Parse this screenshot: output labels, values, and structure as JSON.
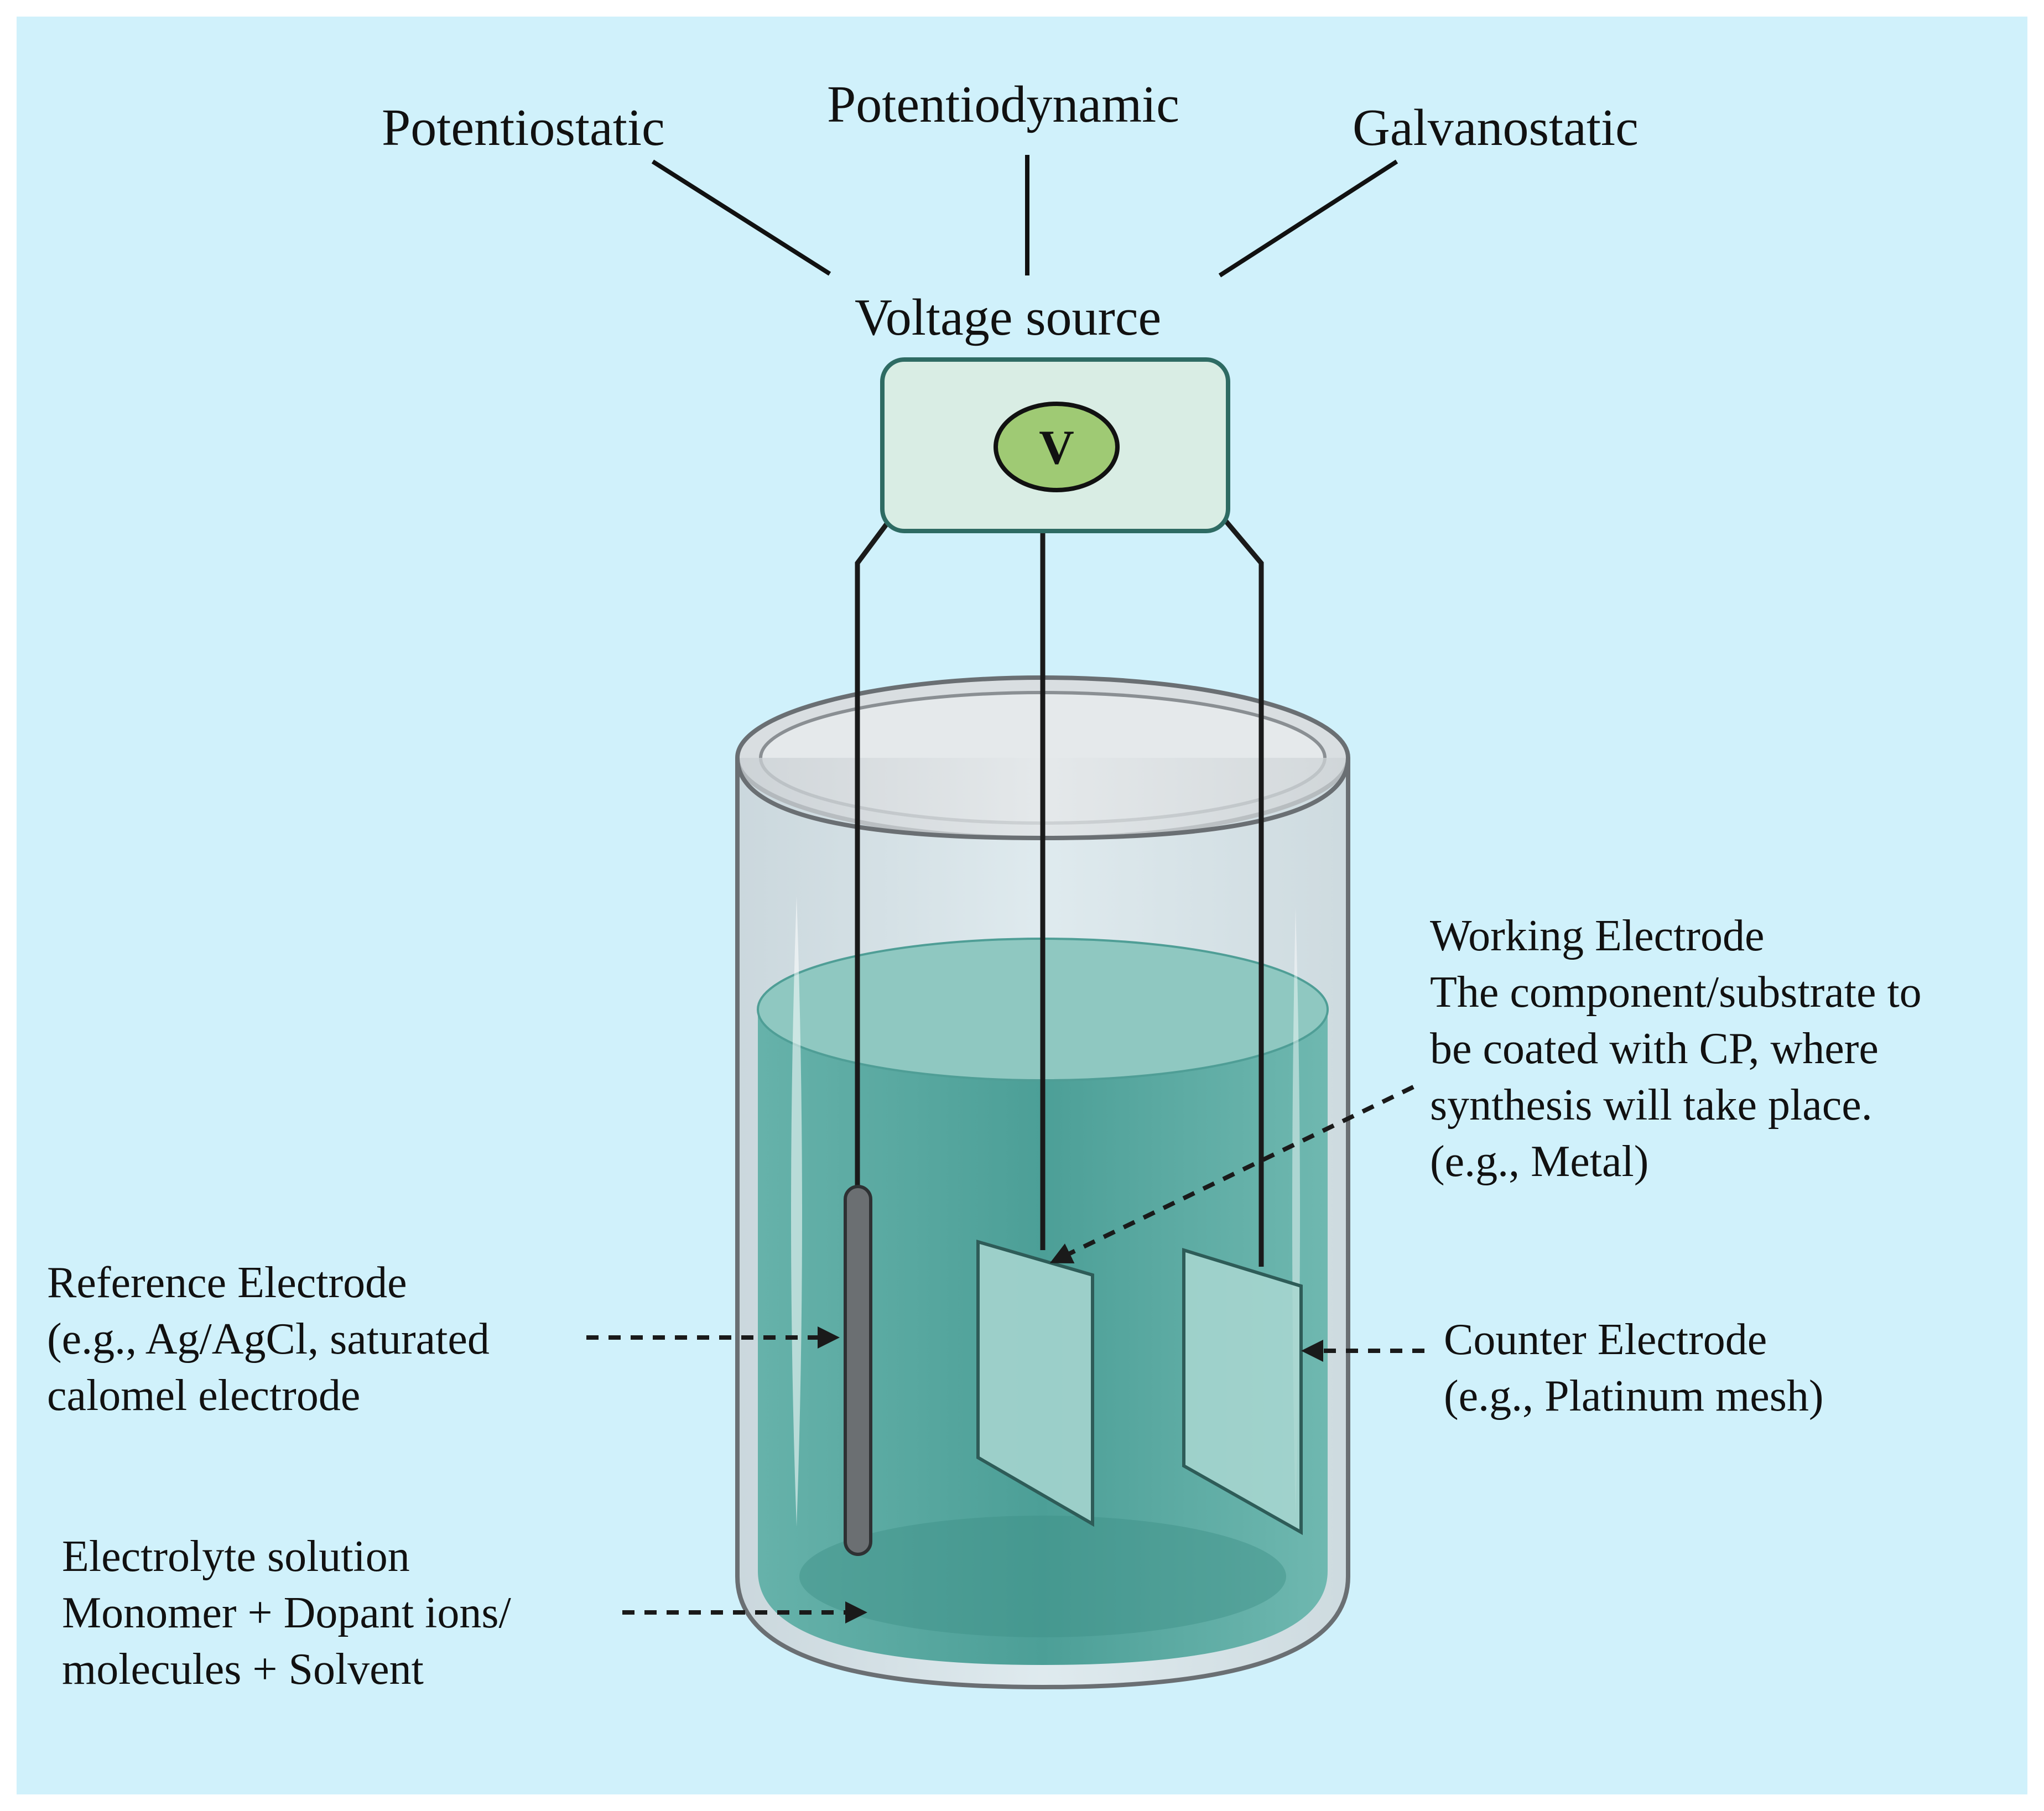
{
  "modes": {
    "potentiostatic": "Potentiostatic",
    "potentiodynamic": "Potentiodynamic",
    "galvanostatic": "Galvanostatic"
  },
  "voltage_source": {
    "label": "Voltage source",
    "meter_symbol": "V"
  },
  "working_electrode": {
    "lines": [
      "Working Electrode",
      "The component/substrate to",
      "be coated with CP, where",
      "synthesis will take place.",
      "(e.g., Metal)"
    ]
  },
  "reference_electrode": {
    "lines": [
      "Reference Electrode",
      "(e.g., Ag/AgCl, saturated",
      "calomel electrode"
    ]
  },
  "counter_electrode": {
    "lines": [
      "Counter Electrode",
      "(e.g., Platinum mesh)"
    ]
  },
  "electrolyte": {
    "lines": [
      "Electrolyte solution",
      "Monomer + Dopant ions/",
      "molecules + Solvent"
    ]
  },
  "colors": {
    "background": "#d0f1fb",
    "liquid": "#58a8a0",
    "source_box": "#d9ede4",
    "meter": "#9fca74",
    "glass": "#dfe3e6"
  }
}
